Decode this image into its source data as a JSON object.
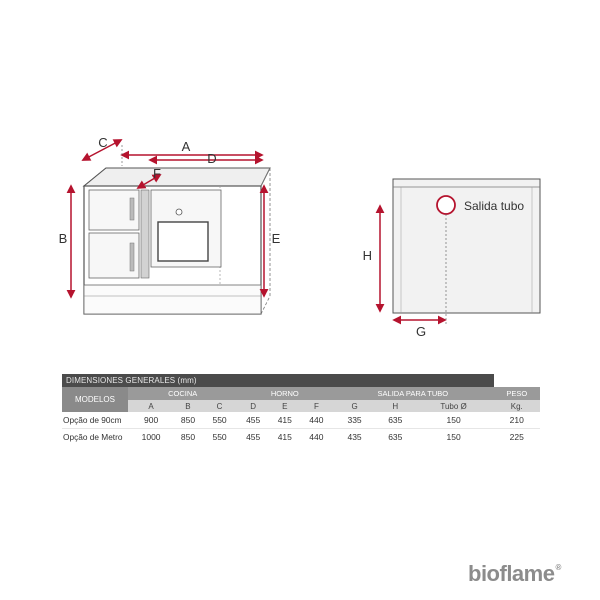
{
  "diagram": {
    "front_labels": [
      "A",
      "B",
      "C",
      "D",
      "E",
      "F"
    ],
    "side_labels": [
      "H",
      "G"
    ],
    "flue_label": "Salida tubo",
    "accent_color": "#b5132e"
  },
  "table": {
    "title": "DIMENSIONES GENERALES (mm)",
    "models_header": "MODELOS",
    "groups": [
      "COCINA",
      "HORNO",
      "SALIDA PARA TUBO",
      "PESO"
    ],
    "subheaders": [
      "A",
      "B",
      "C",
      "D",
      "E",
      "F",
      "G",
      "H",
      "Tubo Ø",
      "Kg."
    ],
    "rows": [
      {
        "model": "Opção de 90cm",
        "values": [
          "900",
          "850",
          "550",
          "455",
          "415",
          "440",
          "335",
          "635",
          "150",
          "210"
        ]
      },
      {
        "model": "Opção de Metro",
        "values": [
          "1000",
          "850",
          "550",
          "455",
          "415",
          "440",
          "435",
          "635",
          "150",
          "225"
        ]
      }
    ]
  },
  "brand": {
    "name": "bioflame",
    "mark": "®"
  }
}
